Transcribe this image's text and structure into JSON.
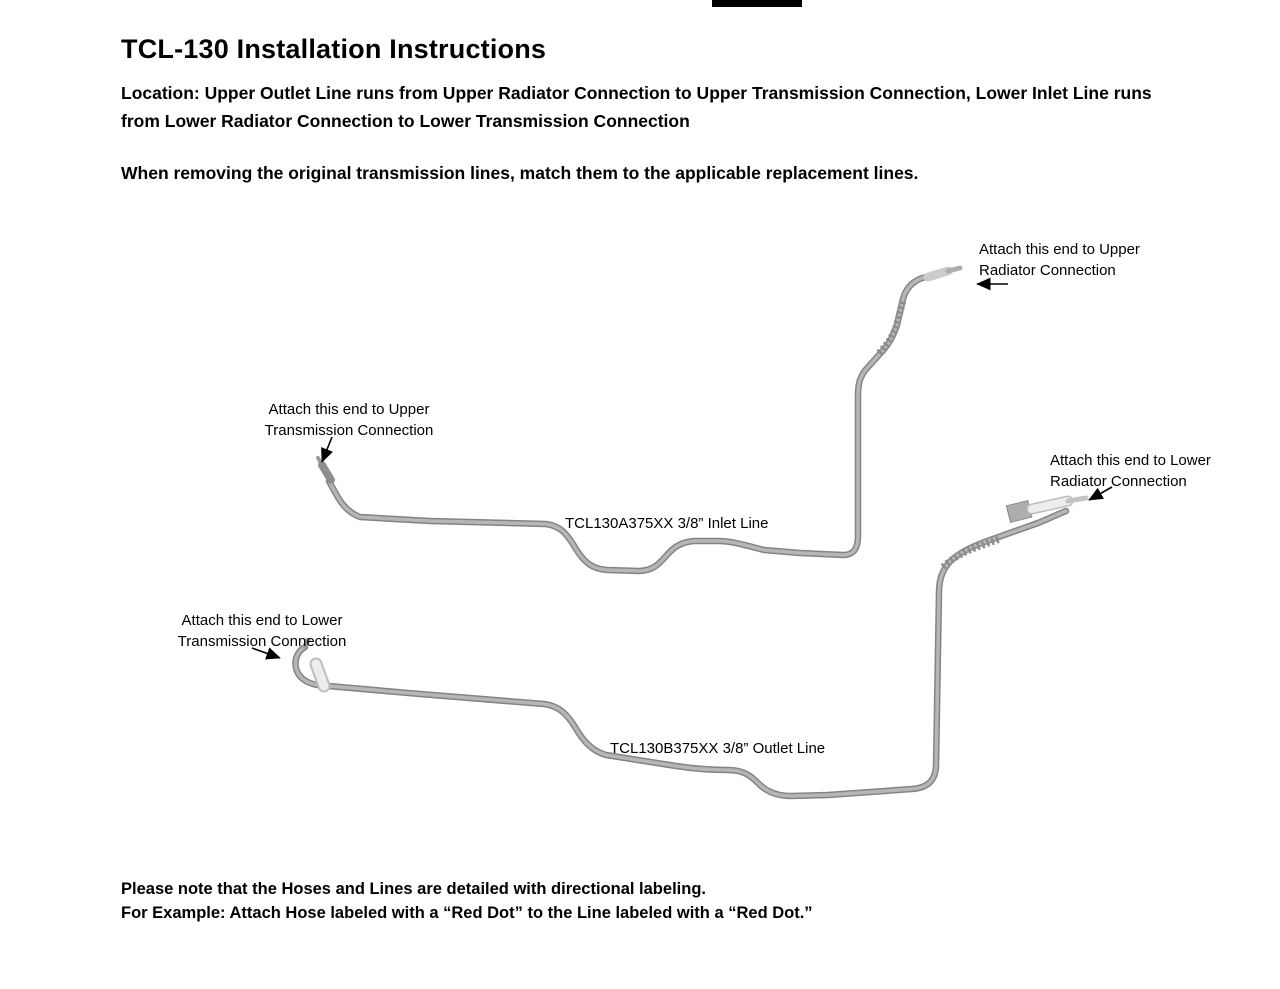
{
  "header": {
    "title": "TCL-130 Installation Instructions",
    "location": "Location: Upper Outlet Line runs from Upper Radiator Connection to Upper Transmission Connection, Lower Inlet Line runs from Lower Radiator Connection to Lower Transmission Connection",
    "instruction": "When removing the original transmission lines, match them to the applicable replacement lines."
  },
  "diagram": {
    "callouts": {
      "upper_radiator": {
        "line1": "Attach this end to Upper",
        "line2": "Radiator Connection"
      },
      "upper_transmission": {
        "line1": "Attach this end to Upper",
        "line2": "Transmission Connection"
      },
      "lower_radiator": {
        "line1": "Attach this end to Lower",
        "line2": "Radiator Connection"
      },
      "lower_transmission": {
        "line1": "Attach this end to Lower",
        "line2": "Transmission Connection"
      }
    },
    "parts": {
      "inlet_line_label": "TCL130A375XX 3/8” Inlet Line",
      "outlet_line_label": "TCL130B375XX 3/8” Outlet Line"
    },
    "colors": {
      "tube_light": "#b6b6b6",
      "tube_dark": "#848484",
      "fitting_white": "#ededed",
      "arrow": "#000000"
    }
  },
  "footer": {
    "line1": "Please note that the Hoses and Lines are detailed with directional labeling.",
    "line2": "For Example: Attach Hose labeled with a “Red Dot” to the Line labeled with a “Red Dot.”"
  }
}
